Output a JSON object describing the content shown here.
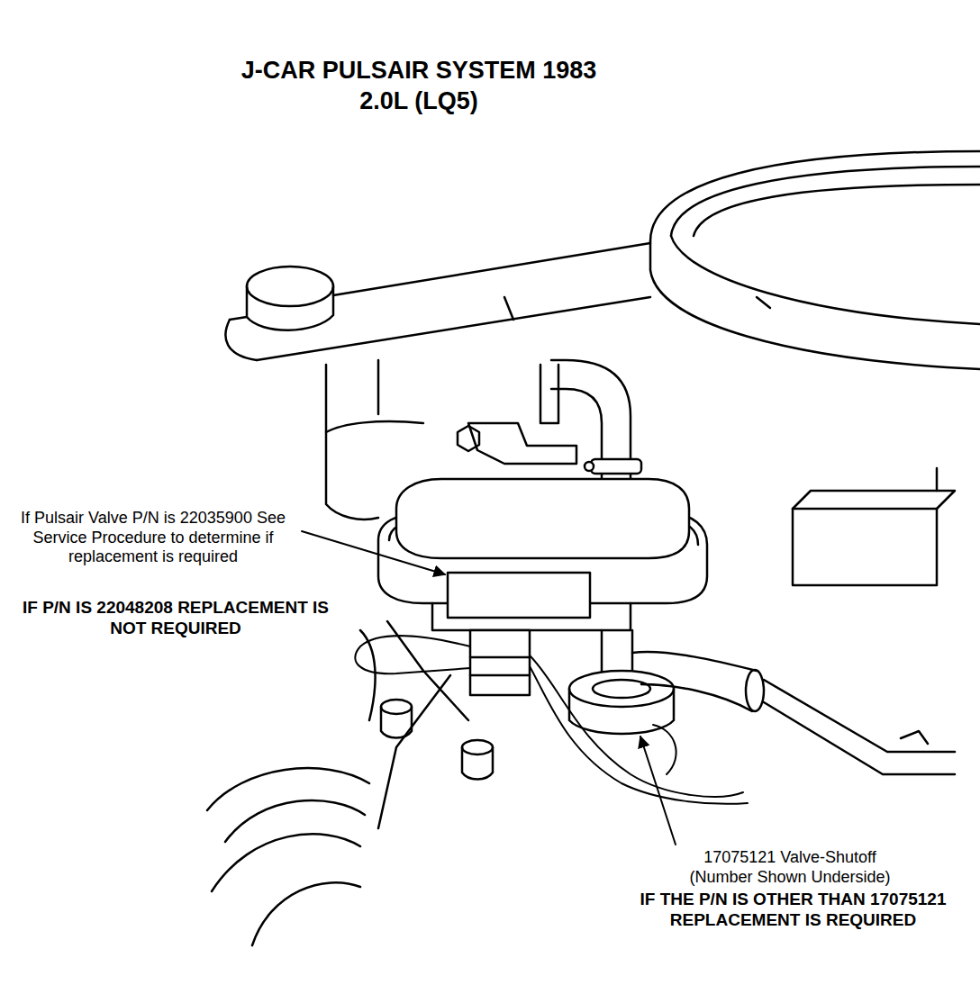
{
  "diagram": {
    "title": "J-CAR PULSAIR SYSTEM 1983 2.0L (LQ5)",
    "labels": [
      "If Pulsair  Valve P/N is 22035900 See Service Procedure to determine if replacement is required",
      "IF P/N IS 22048208 REPLACEMENT IS NOT REQUIRED",
      "17075121 Valve-Shutoff (Number Shown Underside)",
      "IF THE P/N IS OTHER THAN 17075121 REPLACEMENT IS REQUIRED"
    ]
  }
}
